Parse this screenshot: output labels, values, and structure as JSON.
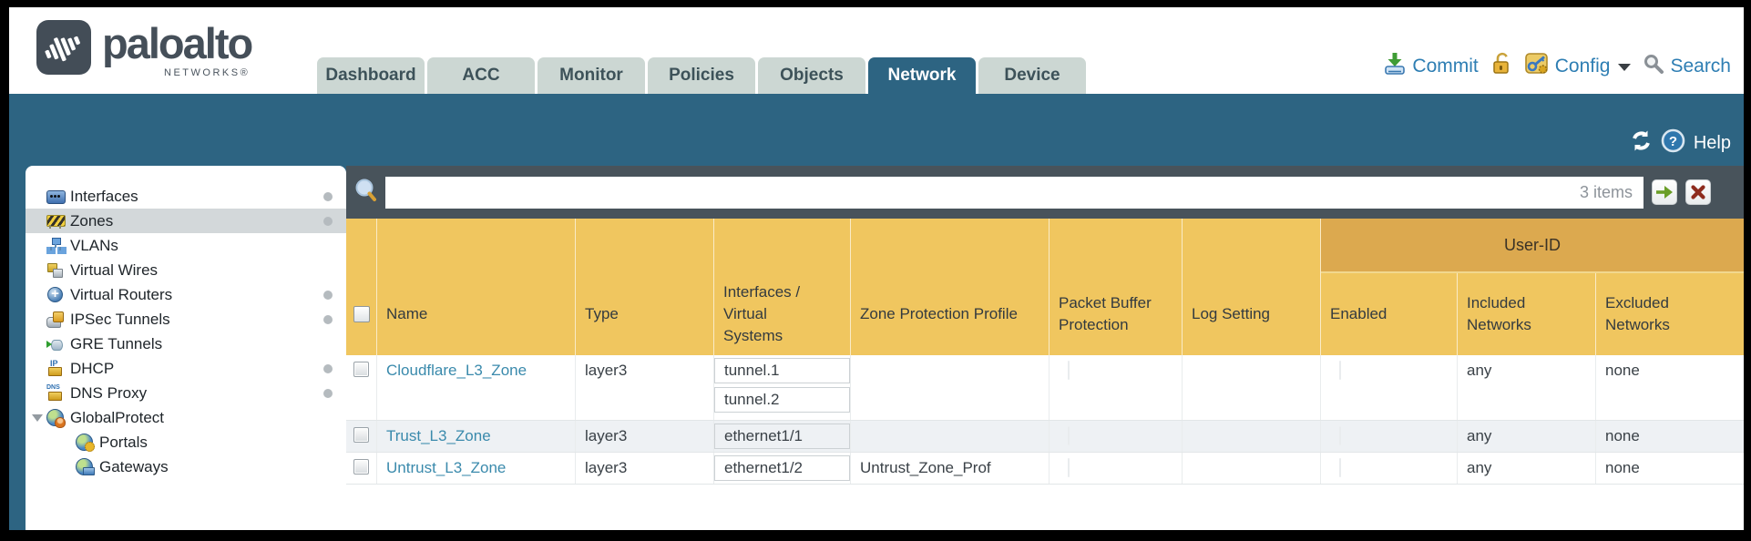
{
  "brand": {
    "logo_word": "paloalto",
    "logo_sub": "NETWORKS®"
  },
  "nav": {
    "tabs": [
      {
        "label": "Dashboard",
        "active": false
      },
      {
        "label": "ACC",
        "active": false
      },
      {
        "label": "Monitor",
        "active": false
      },
      {
        "label": "Policies",
        "active": false
      },
      {
        "label": "Objects",
        "active": false
      },
      {
        "label": "Network",
        "active": true
      },
      {
        "label": "Device",
        "active": false
      }
    ]
  },
  "header_actions": {
    "commit_label": "Commit",
    "config_label": "Config",
    "search_label": "Search"
  },
  "toolbar": {
    "help_label": "Help"
  },
  "filter_bar": {
    "search_value": "",
    "items_count": "3 items"
  },
  "sidebar": {
    "items": [
      {
        "label": "Interfaces",
        "icon": "interfaces-icon",
        "dot": true,
        "selected": false
      },
      {
        "label": "Zones",
        "icon": "zones-icon",
        "dot": true,
        "selected": true
      },
      {
        "label": "VLANs",
        "icon": "vlans-icon",
        "dot": false,
        "selected": false
      },
      {
        "label": "Virtual Wires",
        "icon": "virtual-wires-icon",
        "dot": false,
        "selected": false
      },
      {
        "label": "Virtual Routers",
        "icon": "virtual-routers-icon",
        "dot": true,
        "selected": false
      },
      {
        "label": "IPSec Tunnels",
        "icon": "ipsec-tunnels-icon",
        "dot": true,
        "selected": false
      },
      {
        "label": "GRE Tunnels",
        "icon": "gre-tunnels-icon",
        "dot": false,
        "selected": false
      },
      {
        "label": "DHCP",
        "icon": "dhcp-icon",
        "dot": true,
        "selected": false
      },
      {
        "label": "DNS Proxy",
        "icon": "dns-proxy-icon",
        "dot": true,
        "selected": false
      },
      {
        "label": "GlobalProtect",
        "icon": "globalprotect-icon",
        "dot": false,
        "selected": false,
        "expandable": true,
        "expanded": true
      },
      {
        "label": "Portals",
        "icon": "portals-icon",
        "dot": false,
        "selected": false,
        "child": true
      },
      {
        "label": "Gateways",
        "icon": "gateways-icon",
        "dot": false,
        "selected": false,
        "child": true
      }
    ]
  },
  "zones_table": {
    "group_header": "User-ID",
    "columns": [
      "Name",
      "Type",
      "Interfaces / Virtual Systems",
      "Zone Protection Profile",
      "Packet Buffer Protection",
      "Log Setting",
      "Enabled",
      "Included Networks",
      "Excluded Networks"
    ],
    "rows": [
      {
        "name": "Cloudflare_L3_Zone",
        "type": "layer3",
        "interfaces": [
          "tunnel.1",
          "tunnel.2"
        ],
        "zone_protection_profile": "",
        "packet_buffer_protection": false,
        "log_setting": "",
        "user_id_enabled": false,
        "included_networks": "any",
        "excluded_networks": "none"
      },
      {
        "name": "Trust_L3_Zone",
        "type": "layer3",
        "interfaces": [
          "ethernet1/1"
        ],
        "zone_protection_profile": "",
        "packet_buffer_protection": false,
        "log_setting": "",
        "user_id_enabled": false,
        "included_networks": "any",
        "excluded_networks": "none"
      },
      {
        "name": "Untrust_L3_Zone",
        "type": "layer3",
        "interfaces": [
          "ethernet1/2"
        ],
        "zone_protection_profile": "Untrust_Zone_Prof",
        "packet_buffer_protection": false,
        "log_setting": "",
        "user_id_enabled": false,
        "included_networks": "any",
        "excluded_networks": "none"
      }
    ]
  },
  "colors": {
    "accent_teal": "#2d6482",
    "slate": "#48535b",
    "header_gold": "#f0c65f",
    "group_gold": "#dca94f",
    "link_blue": "#2e7eb3",
    "zone_link": "#3a8aac",
    "tab_inactive": "#ccd7d3"
  }
}
